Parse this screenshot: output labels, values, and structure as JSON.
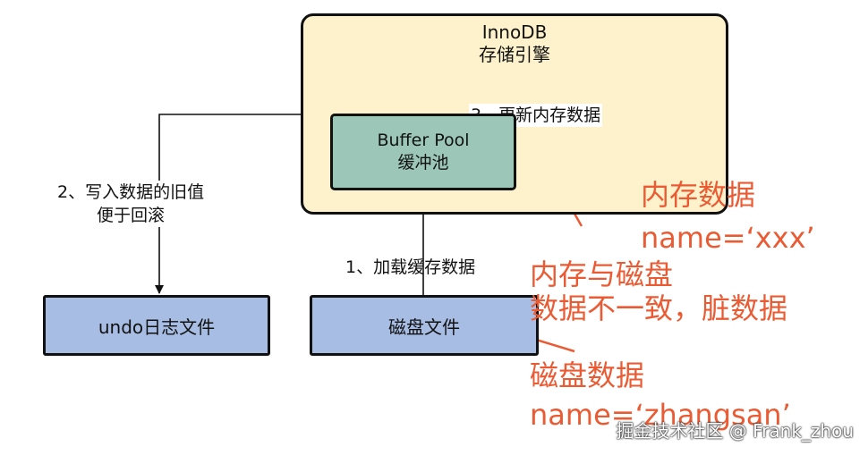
{
  "innodb": {
    "title": "InnoDB",
    "subtitle": "存储引擎"
  },
  "buffer_pool": {
    "title": "Buffer Pool",
    "subtitle": "缓冲池"
  },
  "undo_box": {
    "label": "undo日志文件"
  },
  "disk_box": {
    "label": "磁盘文件"
  },
  "steps": {
    "step1": "1、加载缓存数据",
    "step2_line1": "2、写入数据的旧值",
    "step2_line2": "便于回滚",
    "step3": "3、更新内存数据"
  },
  "annotations": {
    "memory_line1": "内存数据",
    "memory_line2": "name=‘xxx’",
    "mismatch_line1": "内存与磁盘",
    "mismatch_line2": "数据不一致，脏数据",
    "disk_line1": "磁盘数据",
    "disk_line2": "name=‘zhangsan’"
  },
  "watermark": "掘金技术社区 @ Frank_zhou",
  "colors": {
    "innodb_bg": "#fdf2cc",
    "buffer_pool_bg": "#9cc7b8",
    "file_box_bg": "#a7bde4",
    "annotation_red": "#ea5b33"
  }
}
